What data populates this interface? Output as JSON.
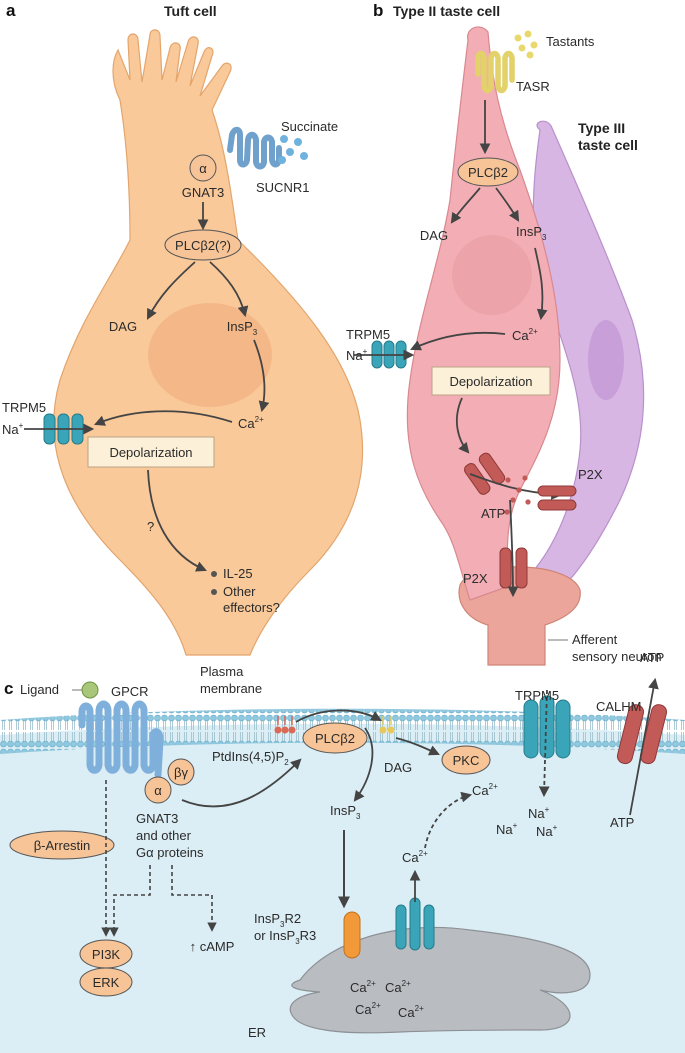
{
  "panel_a": {
    "letter": "a",
    "title": "Tuft cell",
    "succinate": "Succinate",
    "receptor": "SUCNR1",
    "alpha": "α",
    "gprotein": "GNAT3",
    "plc": "PLCβ2(?)",
    "dag": "DAG",
    "insp3_base": "InsP",
    "insp3_sub": "3",
    "ca_base": "Ca",
    "ca_sup": "2+",
    "channel": "TRPM5",
    "na_base": "Na",
    "na_sup": "+",
    "depol": "Depolarization",
    "question": "?",
    "effector1": "IL-25",
    "effector2_line1": "Other",
    "effector2_line2": "effectors?"
  },
  "panel_b": {
    "letter": "b",
    "title": "Type II taste cell",
    "title_type3_line1": "Type III",
    "title_type3_line2": "taste cell",
    "tastants": "Tastants",
    "receptor": "TASR",
    "plc": "PLCβ2",
    "dag": "DAG",
    "insp3_base": "InsP",
    "insp3_sub": "3",
    "ca_base": "Ca",
    "ca_sup": "2+",
    "channel": "TRPM5",
    "na_base": "Na",
    "na_sup": "+",
    "depol": "Depolarization",
    "atp": "ATP",
    "p2x_right": "P2X",
    "p2x_bottom": "P2X",
    "neuron_line1": "Afferent",
    "neuron_line2": "sensory neuron"
  },
  "panel_c": {
    "letter": "c",
    "ligand": "Ligand",
    "gpcr": "GPCR",
    "membrane_line1": "Plasma",
    "membrane_line2": "membrane",
    "alpha": "α",
    "betagamma": "βγ",
    "gprot_line1": "GNAT3",
    "gprot_line2": "and other",
    "gprot_line3": "Gα proteins",
    "arrestin": "β-Arrestin",
    "pi3k": "PI3K",
    "erk": "ERK",
    "camp": "↑ cAMP",
    "pip2_base": "PtdIns(4,5)P",
    "pip2_sub": "2",
    "plc": "PLCβ2",
    "dag": "DAG",
    "pkc": "PKC",
    "insp3_base": "InsP",
    "insp3_sub": "3",
    "insp3r_line1": "InsP",
    "insp3r_line1_sub": "3",
    "insp3r_line1_end": "R2",
    "insp3r_line2_pre": "or InsP",
    "insp3r_line2_sub": "3",
    "insp3r_line2_end": "R3",
    "er": "ER",
    "trpm5": "TRPM5",
    "calhm": "CALHM",
    "atp_top": "ATP",
    "atp_bottom": "ATP",
    "na_base": "Na",
    "na_sup": "+",
    "ca_base": "Ca",
    "ca_sup": "2+"
  },
  "colors": {
    "tuft_cell": "#f9c99a",
    "type2_cell": "#f2aeb4",
    "type3_cell": "#d7b6e3",
    "neuron": "#eba59a",
    "cytoplasm": "#dceef5",
    "membrane_head": "#9fd0e4",
    "gpcr": "#7fb0dc",
    "channel": "#3aa5b8",
    "p2x": "#c25a57",
    "box_fill": "#fdf0d9",
    "enzyme_fill": "#f6c497",
    "arrow": "#444444"
  }
}
